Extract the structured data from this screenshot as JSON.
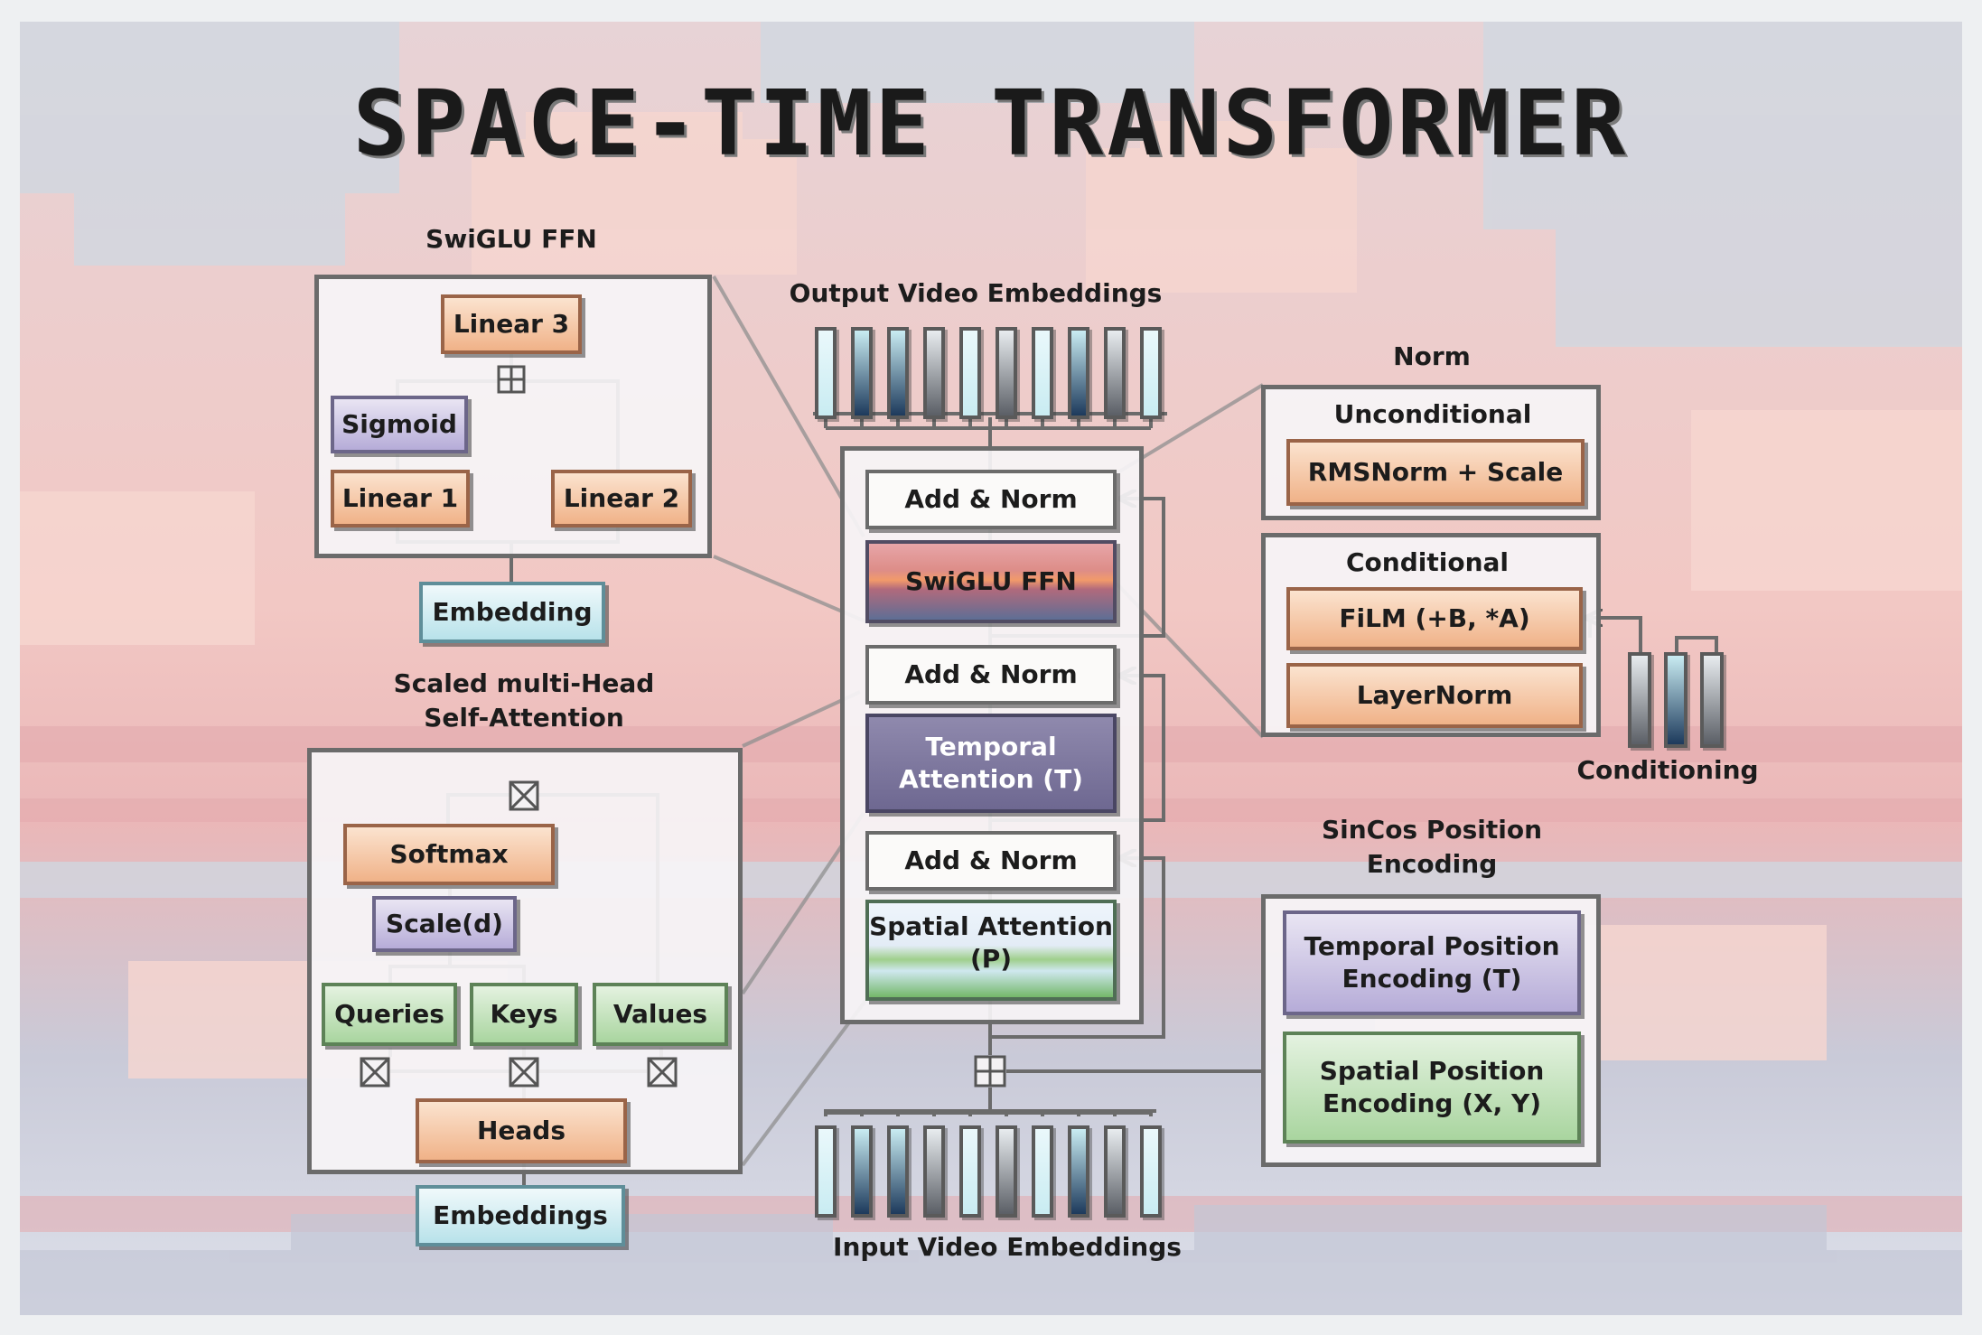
{
  "title": "SPACE-TIME TRANSFORMER",
  "swiglu": {
    "heading": "SwiGLU FFN",
    "linear3": "Linear 3",
    "sigmoid": "Sigmoid",
    "linear1": "Linear 1",
    "linear2": "Linear 2",
    "embedding": "Embedding"
  },
  "attention": {
    "heading_line1": "Scaled multi-Head",
    "heading_line2": "Self-Attention",
    "softmax": "Softmax",
    "scale": "Scale(d)",
    "queries": "Queries",
    "keys": "Keys",
    "values": "Values",
    "heads": "Heads",
    "embeddings": "Embeddings"
  },
  "center": {
    "output_label": "Output Video Embeddings",
    "input_label": "Input Video Embeddings",
    "add_norm_1": "Add & Norm",
    "swiglu_block": "SwiGLU FFN",
    "add_norm_2": "Add & Norm",
    "temporal_line1": "Temporal",
    "temporal_line2": "Attention (T)",
    "add_norm_3": "Add & Norm",
    "spatial_line1": "Spatial Attention",
    "spatial_line2": "(P)"
  },
  "norm": {
    "heading": "Norm",
    "unconditional": "Unconditional",
    "rmsnorm": "RMSNorm + Scale",
    "conditional": "Conditional",
    "film": "FiLM (+B, *A)",
    "layernorm": "LayerNorm",
    "conditioning": "Conditioning"
  },
  "position": {
    "heading_line1": "SinCos Position",
    "heading_line2": "Encoding",
    "temporal_line1": "Temporal Position",
    "temporal_line2": "Encoding (T)",
    "spatial_line1": "Spatial Position",
    "spatial_line2": "Encoding (X, Y)"
  },
  "colors": {
    "light_token": "#c9ecf2",
    "dark_token": "#1d3a5c",
    "gray_token": "#5b5f66",
    "wire": "#6b6b6b"
  }
}
